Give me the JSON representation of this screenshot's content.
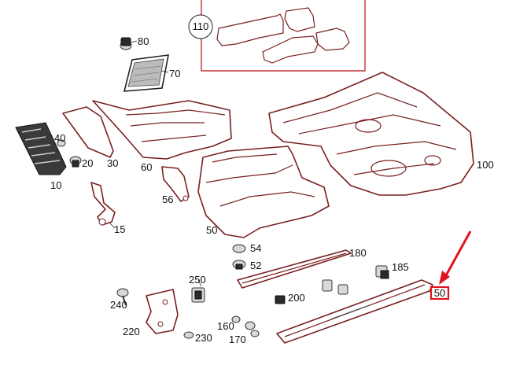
{
  "labels": {
    "p110": "110",
    "p80": "80",
    "p70": "70",
    "p40": "40",
    "p20": "20",
    "p30": "30",
    "p10": "10",
    "p60": "60",
    "p56": "56",
    "p15": "15",
    "p50a": "50",
    "p100": "100",
    "p54": "54",
    "p52": "52",
    "p180": "180",
    "p185": "185",
    "p250": "250",
    "p240": "240",
    "p200": "200",
    "p220": "220",
    "p160": "160",
    "p230": "230",
    "p170": "170",
    "p50b": "50"
  },
  "colors": {
    "outline": "#7a1f1f",
    "highlight": "#e1141e",
    "inset_border": "#c0303a"
  }
}
